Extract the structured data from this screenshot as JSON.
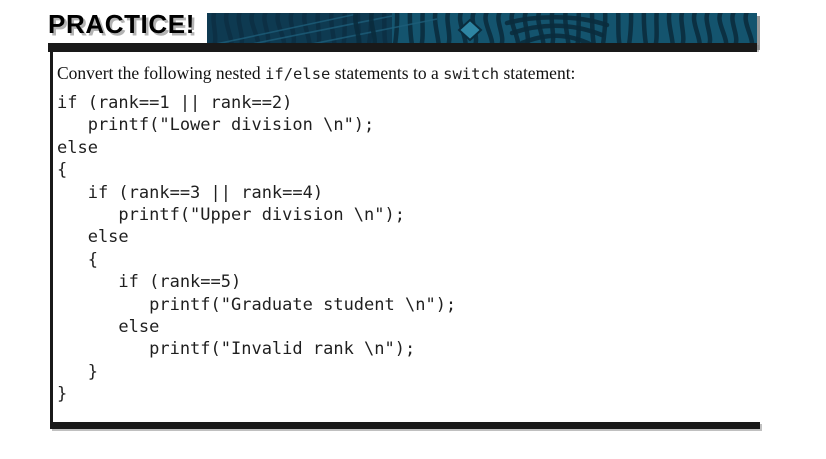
{
  "page": {
    "title": "PRACTICE!"
  },
  "prompt": {
    "text_before": "Convert the following nested ",
    "inline_code_1": "if/else",
    "text_middle": " statements to a ",
    "inline_code_2": "switch",
    "text_after": " statement:"
  },
  "code_block": {
    "language": "c",
    "lines": [
      "if (rank==1 || rank==2)",
      "   printf(\"Lower division \\n\");",
      "else",
      "{",
      "   if (rank==3 || rank==4)",
      "      printf(\"Upper division \\n\");",
      "   else",
      "   {",
      "      if (rank==5)",
      "         printf(\"Graduate student \\n\");",
      "      else",
      "         printf(\"Invalid rank \\n\");",
      "   }",
      "}"
    ]
  },
  "icons": {
    "banner": "fingerprint-icon"
  },
  "colors": {
    "background": "#ffffff",
    "banner_base": "#14546e",
    "banner_ridge": "#0a2c3d",
    "banner_dark": "#0c3046",
    "rule_black": "#191919",
    "title_shadow": "#b3b3b3",
    "text": "#111111",
    "code_text": "#1f1f1f",
    "accent_diamond": "#2e85a3"
  }
}
